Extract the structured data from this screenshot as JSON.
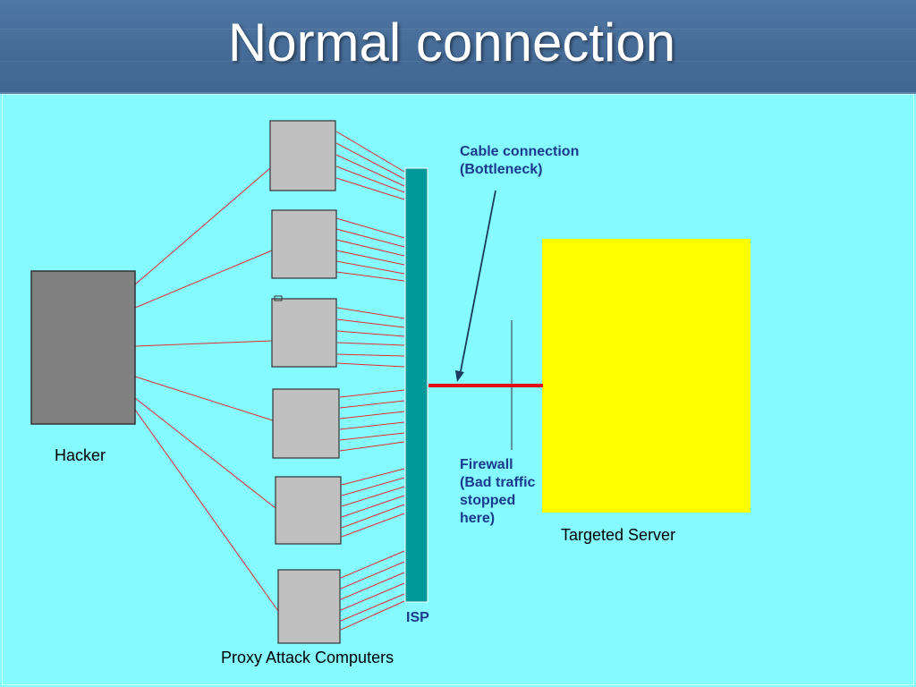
{
  "slide": {
    "title": "Normal connection"
  },
  "labels": {
    "hacker": "Hacker",
    "proxies": "Proxy Attack Computers",
    "isp": "ISP",
    "server": "Targeted Server",
    "cable_line1": "Cable connection",
    "cable_line2": "(Bottleneck)",
    "firewall_line1": "Firewall",
    "firewall_line2": "(Bad traffic",
    "firewall_line3": "stopped",
    "firewall_line4": "here)"
  },
  "colors": {
    "background": "#85fbff",
    "title_bar": "#466c98",
    "hacker_box": "#808080",
    "proxy_box": "#c0c0c0",
    "isp_bar": "#009999",
    "server_box": "#ffff00",
    "red_lines": "#e03030",
    "connection_line": "#e01010",
    "annotation_text": "#1a3a8f"
  }
}
